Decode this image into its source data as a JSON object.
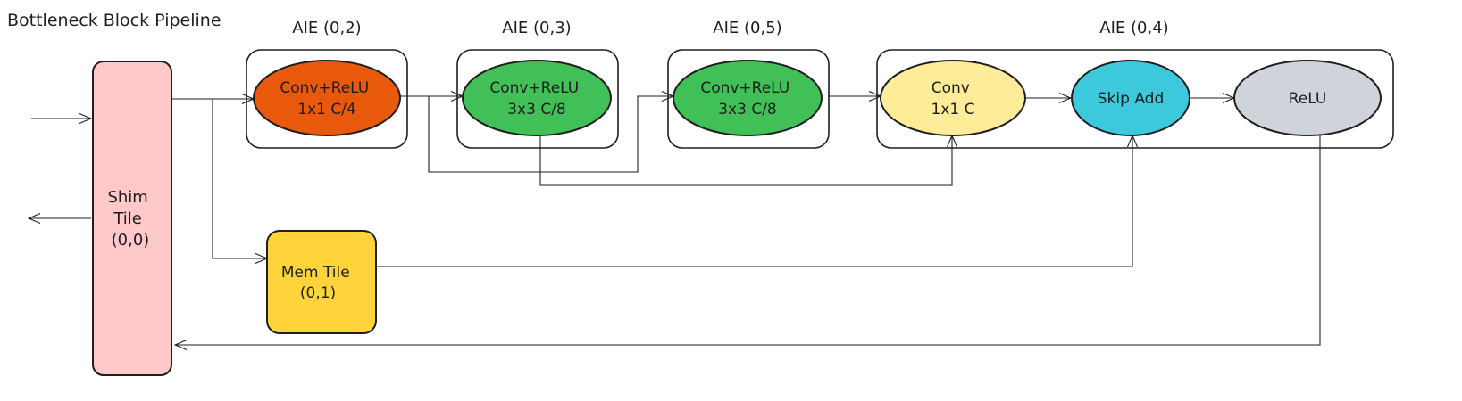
{
  "title": "Bottleneck Block Pipeline",
  "groups": {
    "aie02": "AIE (0,2)",
    "aie03": "AIE (0,3)",
    "aie05": "AIE (0,5)",
    "aie04": "AIE (0,4)"
  },
  "nodes": {
    "shim": {
      "lines": [
        "Shim",
        "Tile",
        "(0,0)"
      ],
      "color": "#ffc9c9"
    },
    "mem": {
      "lines": [
        "Mem Tile",
        "(0,1)"
      ],
      "color": "#ffd43b"
    },
    "conv1": {
      "lines": [
        "Conv+ReLU",
        "1x1 C/4"
      ],
      "color": "#e8590c"
    },
    "conv2": {
      "lines": [
        "Conv+ReLU",
        "3x3 C/8"
      ],
      "color": "#40c057"
    },
    "conv3": {
      "lines": [
        "Conv+ReLU",
        "3x3 C/8"
      ],
      "color": "#40c057"
    },
    "conv4": {
      "lines": [
        "Conv",
        "1x1 C"
      ],
      "color": "#ffec99"
    },
    "skip": {
      "lines": [
        "Skip Add"
      ],
      "color": "#3bc9db"
    },
    "relu": {
      "lines": [
        "ReLU"
      ],
      "color": "#ced4da"
    }
  },
  "edges": [
    {
      "from": "input",
      "to": "shim"
    },
    {
      "from": "shim",
      "to": "output"
    },
    {
      "from": "shim",
      "to": "conv1"
    },
    {
      "from": "shim",
      "to": "mem"
    },
    {
      "from": "conv1",
      "to": "conv2"
    },
    {
      "from": "conv1",
      "to": "conv3"
    },
    {
      "from": "conv2",
      "to": "conv4"
    },
    {
      "from": "conv3",
      "to": "conv4"
    },
    {
      "from": "conv4",
      "to": "skip"
    },
    {
      "from": "mem",
      "to": "skip"
    },
    {
      "from": "skip",
      "to": "relu"
    },
    {
      "from": "relu",
      "to": "shim"
    }
  ]
}
